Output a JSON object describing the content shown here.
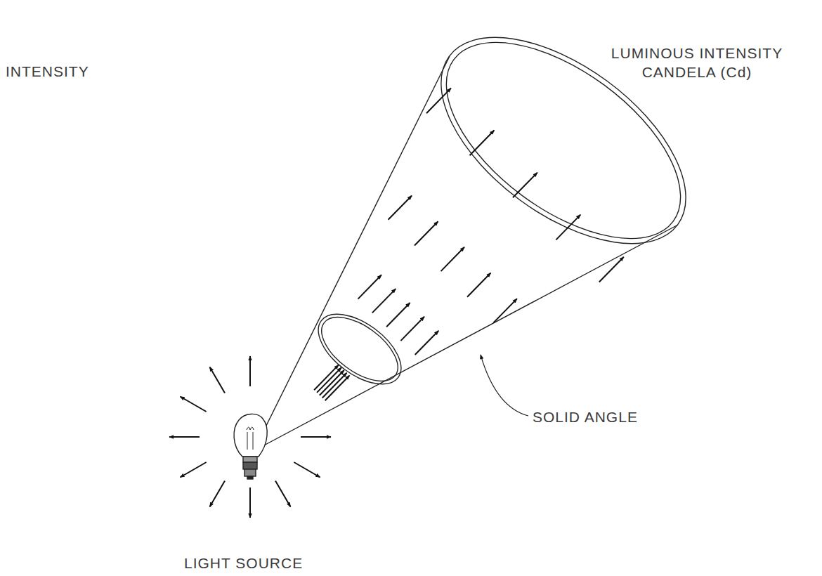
{
  "diagram": {
    "labels": [
      "INTENSITY",
      "LUMINOUS INTENSITY CANDELA (Cd)",
      "SOLID ANGLE",
      "LIGHT SOURCE"
    ]
  }
}
